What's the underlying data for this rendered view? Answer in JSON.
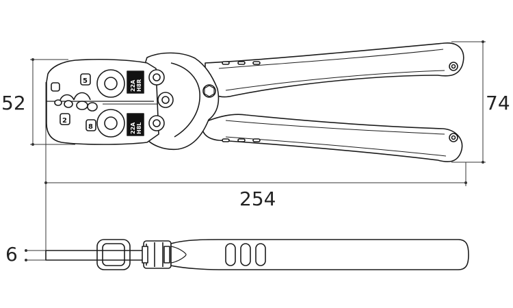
{
  "dimensions": {
    "jaw_height": "52",
    "handle_span": "74",
    "total_length": "254",
    "thickness": "6"
  },
  "die_labels": {
    "size_5": "5",
    "size_2": "2",
    "size_8": "8",
    "upper_marking_line1": "22A",
    "upper_marking_line2": "H8R",
    "lower_marking_line1": "22A",
    "lower_marking_line2": "H8L"
  }
}
